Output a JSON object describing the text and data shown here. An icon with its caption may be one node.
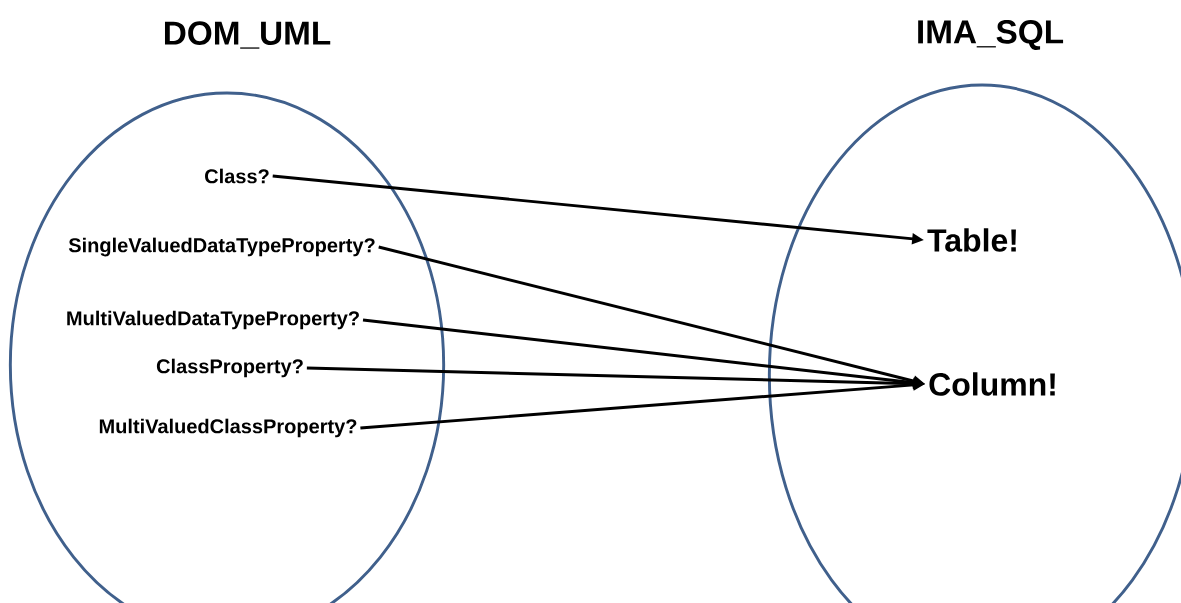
{
  "diagram": {
    "nodes": [
      {
        "text": [
          "DOM_UML"
        ]
      },
      {
        "text": [
          "IMA_SQL"
        ]
      },
      {
        "text": [
          "Class?"
        ],
        "in": 0
      },
      {
        "text": [
          "SingleValuedDataTypeProperty?"
        ],
        "in": 0
      },
      {
        "text": [
          "MultiValuedDataTypeProperty?"
        ],
        "in": 0
      },
      {
        "text": [
          "ClassProperty?"
        ],
        "in": 0
      },
      {
        "text": [
          "MultiValuedClassProperty?"
        ],
        "in": 0
      },
      {
        "text": [
          "Table!"
        ],
        "in": 1
      },
      {
        "text": [
          "Column!"
        ],
        "in": 1
      }
    ],
    "edges": [
      {
        "from": 2,
        "to": 7,
        "arrow": "to"
      },
      {
        "from": 3,
        "to": 8,
        "arrow": "to"
      },
      {
        "from": 4,
        "to": 8,
        "arrow": "to"
      },
      {
        "from": 5,
        "to": 8,
        "arrow": "to"
      },
      {
        "from": 6,
        "to": 8,
        "arrow": "to"
      }
    ]
  }
}
